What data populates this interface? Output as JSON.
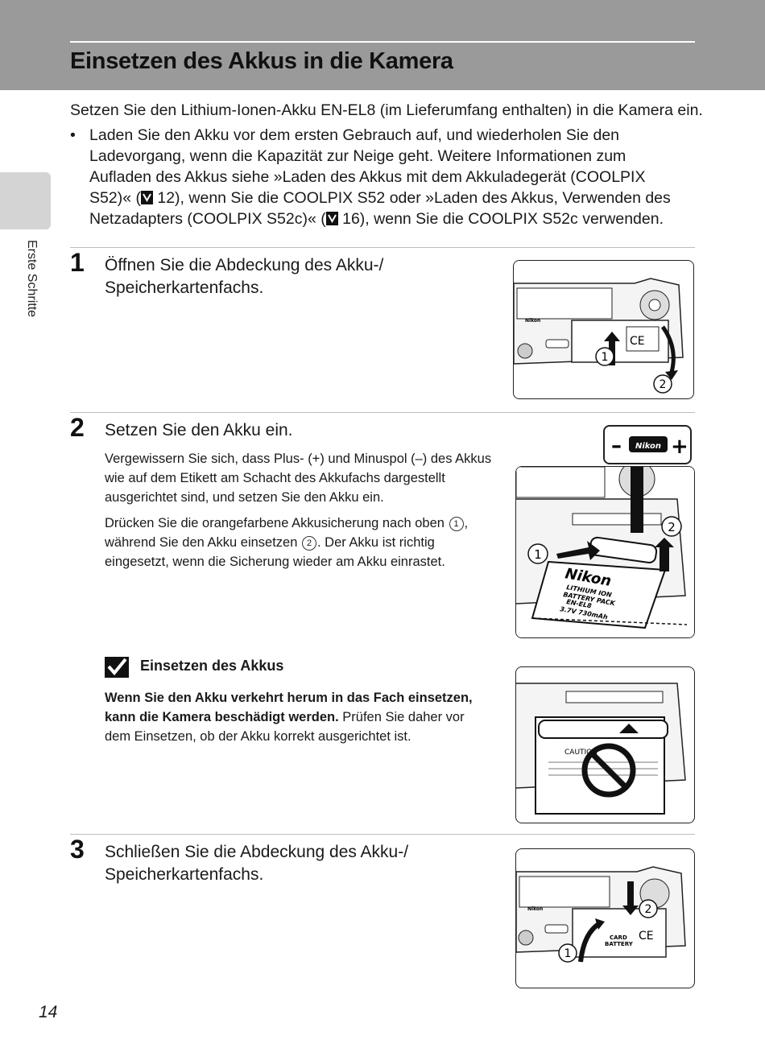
{
  "header": {
    "title": "Einsetzen des Akkus in die Kamera",
    "side_tab_label": "Erste Schritte"
  },
  "intro": "Setzen Sie den Lithium-Ionen-Akku EN-EL8 (im Lieferumfang enthalten) in die Kamera ein.",
  "bullet": {
    "symbol": "•",
    "part1": "Laden Sie den Akku vor dem ersten Gebrauch auf, und wiederholen Sie den Ladevorgang, wenn die Kapazität zur Neige geht. Weitere Informationen zum Aufladen des Akkus siehe »Laden des Akkus mit dem Akkuladegerät (COOLPIX S52)« (",
    "ref1": " 12), wenn Sie die COOLPIX S52 oder »Laden des Akkus, Verwenden des Netzadapters (COOLPIX S52c)« (",
    "ref2": " 16), wenn Sie die COOLPIX S52c verwenden."
  },
  "steps": [
    {
      "number": "1",
      "title": "Öffnen Sie die Abdeckung des Akku-/ Speicherkartenfachs."
    },
    {
      "number": "2",
      "title": "Setzen Sie den Akku ein.",
      "para1": "Vergewissern Sie sich, dass Plus- (+) und Minuspol (–) des Akkus wie auf dem Etikett am Schacht des Akkufachs dargestellt ausgerichtet sind, und setzen Sie den Akku ein.",
      "para2_a": "Drücken Sie die orangefarbene Akkusicherung nach oben ",
      "para2_b": ", während Sie den Akku einsetzen ",
      "para2_c": ". Der Akku ist richtig eingesetzt, wenn die Sicherung wieder am Akku einrastet.",
      "circle1": "1",
      "circle2": "2"
    },
    {
      "number": "3",
      "title": "Schließen Sie die Abdeckung des Akku-/ Speicherkartenfachs."
    }
  ],
  "note": {
    "title": "Einsetzen des Akkus",
    "bold": "Wenn Sie den Akku verkehrt herum in das Fach einsetzen, kann die Kamera beschädigt werden.",
    "rest": " Prüfen Sie daher vor dem Einsetzen, ob der Akku korrekt ausgerichtet ist."
  },
  "illustrations": {
    "callout_1": "1",
    "callout_2": "2",
    "brand": "Nikon",
    "battery_lines": [
      "LITHIUM ION",
      "BATTERY PACK",
      "EN-EL8",
      "3.7V 730mAh"
    ],
    "caution": "CAUTION",
    "card_label": "CARD",
    "battery_label": "BATTERY",
    "ce_mark": "CE"
  },
  "page_number": "14"
}
